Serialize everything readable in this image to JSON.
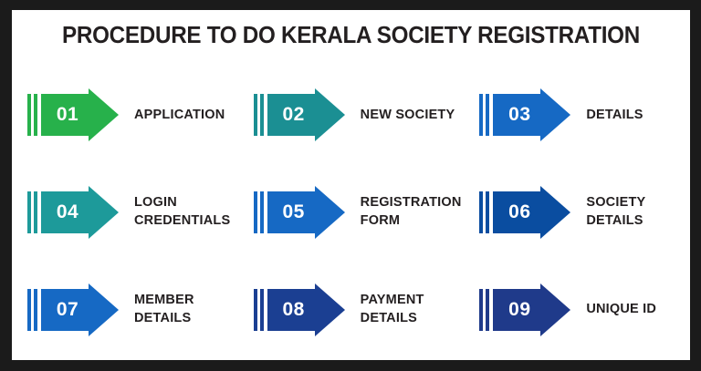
{
  "title": "PROCEDURE TO DO KERALA SOCIETY REGISTRATION",
  "colors": {
    "frame": "#1b1b1b",
    "canvas": "#ffffff",
    "title_text": "#231f20",
    "label_text": "#231f20",
    "number_text": "#ffffff",
    "green": "#27b14b",
    "teal": "#1d9a9a",
    "teal_dark": "#1b8f93",
    "blue": "#1669c4",
    "blue_deep": "#0a4da0",
    "navy": "#1b3f92",
    "navy_dark": "#1f3a8a"
  },
  "steps": [
    {
      "number": "01",
      "label": "APPLICATION",
      "color": "#27b14b",
      "indent": false
    },
    {
      "number": "02",
      "label": "NEW SOCIETY",
      "color": "#1b8f93",
      "indent": false
    },
    {
      "number": "03",
      "label": "DETAILS",
      "color": "#1669c4",
      "indent": false
    },
    {
      "number": "04",
      "label": "LOGIN\nCREDENTIALS",
      "color": "#1d9a9a",
      "indent": false
    },
    {
      "number": "05",
      "label": "REGISTRATION\n FORM",
      "color": "#1669c4",
      "indent": false
    },
    {
      "number": "06",
      "label": "SOCIETY\n DETAILS",
      "color": "#0a4da0",
      "indent": false
    },
    {
      "number": "07",
      "label": "MEMBER\nDETAILS",
      "color": "#1669c4",
      "indent": false
    },
    {
      "number": "08",
      "label": "PAYMENT\nDETAILS",
      "color": "#1b3f92",
      "indent": false
    },
    {
      "number": "09",
      "label": "UNIQUE ID",
      "color": "#1f3a8a",
      "indent": false
    }
  ]
}
